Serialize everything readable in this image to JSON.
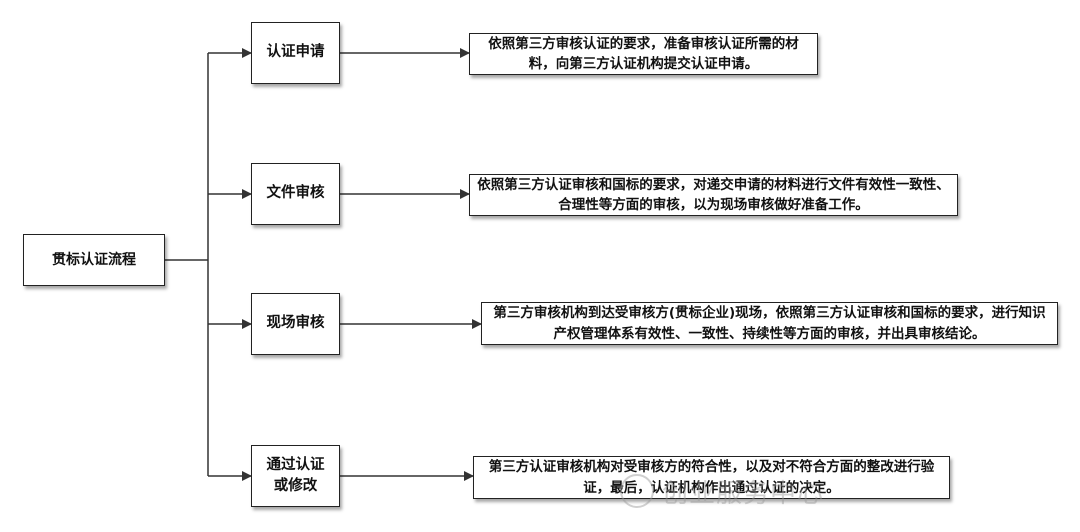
{
  "root": {
    "label": "贯标认证流程"
  },
  "steps": [
    {
      "label": "认证申请",
      "description": "依照第三方审核认证的要求，准备审核认证所需的材料，向第三方认证机构提交认证申请。"
    },
    {
      "label": "文件审核",
      "description": "依照第三方认证审核和国标的要求，对递交申请的材料进行文件有效性一致性、合理性等方面的审核，以为现场审核做好准备工作。"
    },
    {
      "label": "现场审核",
      "description": "第三方审核机构到达受审核方(贯标企业)现场，依照第三方认证审核和国标的要求，进行知识产权管理体系有效性、一致性、持续性等方面的审核，并出具审核结论。"
    },
    {
      "label": "通过认证或修改",
      "description": "第三方认证审核机构对受审核方的符合性，以及对不符合方面的整改进行验证，最后，认证机构作出通过认证的决定。"
    }
  ],
  "watermark": {
    "text": "创业服务中心"
  }
}
